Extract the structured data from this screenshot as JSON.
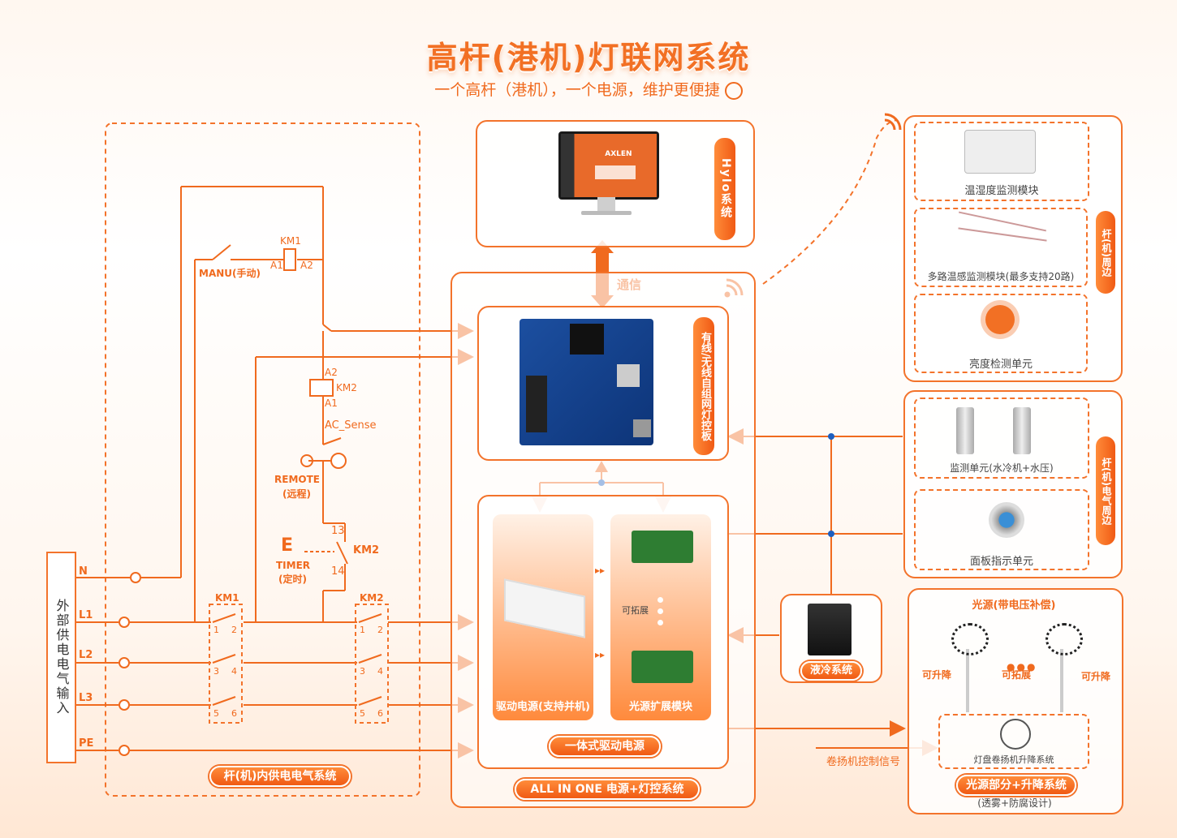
{
  "title": "高杆(港机)灯联网系统",
  "subtitle": "一个高杆（港机），一个电源，维护更便捷",
  "hylo": {
    "label": "Hylo系统",
    "comm": "通信"
  },
  "control_board": {
    "label": "有线/无线自组网灯控板"
  },
  "driver_psu": {
    "label": "驱动电源(支持并机)"
  },
  "expand_module": {
    "label": "光源扩展模块",
    "expandable": "可拓展"
  },
  "all_in_one_driver": {
    "label": "一体式驱动电源"
  },
  "all_in_one_system": {
    "label": "ALL IN ONE 电源+灯控系统"
  },
  "internal_power": {
    "label": "杆(机)内供电电气系统"
  },
  "external_input": {
    "label": "外部供电电气输入",
    "lines": [
      "N",
      "L1",
      "L2",
      "L3",
      "PE"
    ]
  },
  "circuit": {
    "manu": "MANU(手动)",
    "km1": "KM1",
    "km2": "KM2",
    "a1": "A1",
    "a2": "A2",
    "ac_sense": "AC_Sense",
    "remote": "REMOTE",
    "remote_cn": "(远程)",
    "timer": "TIMER",
    "timer_cn": "(定时)",
    "n13": "13",
    "n14": "14",
    "c1": "1",
    "c2": "2",
    "c3": "3",
    "c4": "4",
    "c5": "5",
    "c6": "6",
    "e": "E"
  },
  "pole_periph": {
    "label": "杆(机)周边",
    "items": [
      "温湿度监测模块",
      "多路温感监测模块(最多支持20路)",
      "亮度检测单元"
    ]
  },
  "pole_elec_periph": {
    "label": "杆(机)电气周边",
    "items": [
      "监测单元(水冷机+水压)",
      "面板指示单元"
    ]
  },
  "liquid_cooling": {
    "label": "液冷系统"
  },
  "light_system": {
    "title": "光源(带电压补偿)",
    "liftable": "可升降",
    "expandable": "可拓展",
    "winch": "灯盘卷扬机升降系统",
    "winch_signal": "卷扬机控制信号",
    "label": "光源部分+升降系统",
    "sub": "(透雾+防腐设计)"
  },
  "colors": {
    "accent": "#f3732b",
    "line": "#f06a1e",
    "node": "#1e5fbf"
  },
  "monitor_screen": {
    "brand": "AXLEN"
  }
}
